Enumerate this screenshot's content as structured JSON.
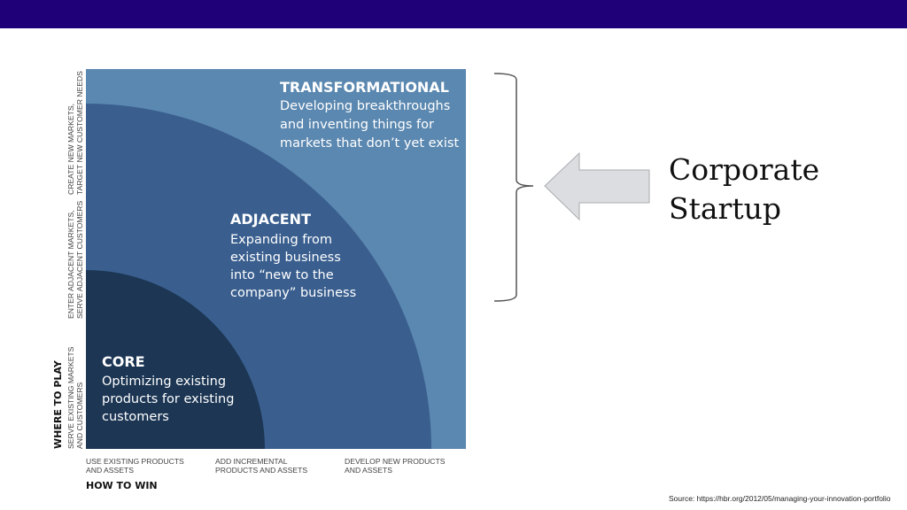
{
  "header": {
    "color": "#1f0078"
  },
  "diagram": {
    "colors": {
      "transformational": "#5b88b0",
      "adjacent": "#3a5f8f",
      "core": "#1c3654"
    },
    "transformational": {
      "title": "TRANSFORMATIONAL",
      "lines": [
        "Developing breakthroughs",
        "and inventing things for",
        "markets that don’t yet exist"
      ]
    },
    "adjacent": {
      "title": "ADJACENT",
      "lines": [
        "Expanding from",
        "existing business",
        "into “new to the",
        "company” business"
      ]
    },
    "core": {
      "title": "CORE",
      "lines": [
        "Optimizing existing",
        "products for existing",
        "customers"
      ]
    },
    "y_axis": {
      "title": "WHERE TO PLAY",
      "labels": [
        [
          "SERVE EXISTING MARKETS",
          "AND CUSTOMERS"
        ],
        [
          "ENTER ADJACENT MARKETS,",
          "SERVE ADJACENT CUSTOMERS"
        ],
        [
          "CREATE NEW MARKETS,",
          "TARGET NEW CUSTOMER NEEDS"
        ]
      ]
    },
    "x_axis": {
      "title": "HOW TO WIN",
      "labels": [
        [
          "USE EXISTING PRODUCTS",
          "AND ASSETS"
        ],
        [
          "ADD INCREMENTAL",
          "PRODUCTS AND ASSETS"
        ],
        [
          "DEVELOP NEW PRODUCTS",
          "AND ASSETS"
        ]
      ]
    }
  },
  "callout": {
    "lines": [
      "Corporate",
      "Startup"
    ]
  },
  "source": "Source: https://hbr.org/2012/05/managing-your-innovation-portfolio"
}
